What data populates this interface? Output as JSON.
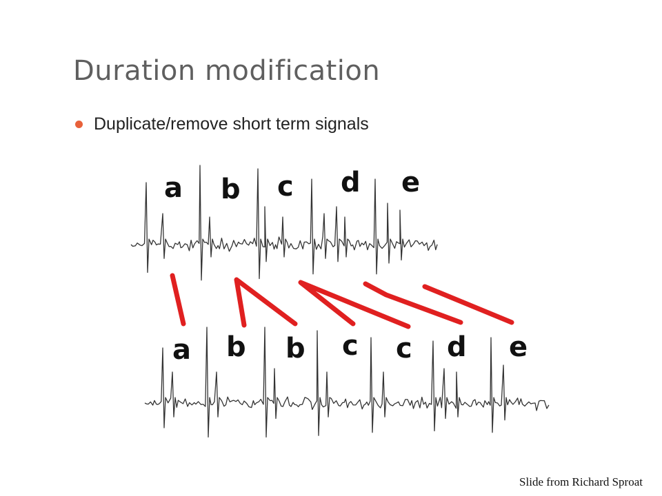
{
  "slide": {
    "title": "Duration modification",
    "bullets": [
      "Duplicate/remove short term signals"
    ],
    "credit": "Slide from Richard Sproat",
    "accent_color": "#e8613a",
    "arrow_color": "#e02020"
  },
  "figure": {
    "top_waveform_labels": [
      "a",
      "b",
      "c",
      "d",
      "e"
    ],
    "bottom_waveform_labels": [
      "a",
      "b",
      "b",
      "c",
      "c",
      "d",
      "e"
    ]
  }
}
